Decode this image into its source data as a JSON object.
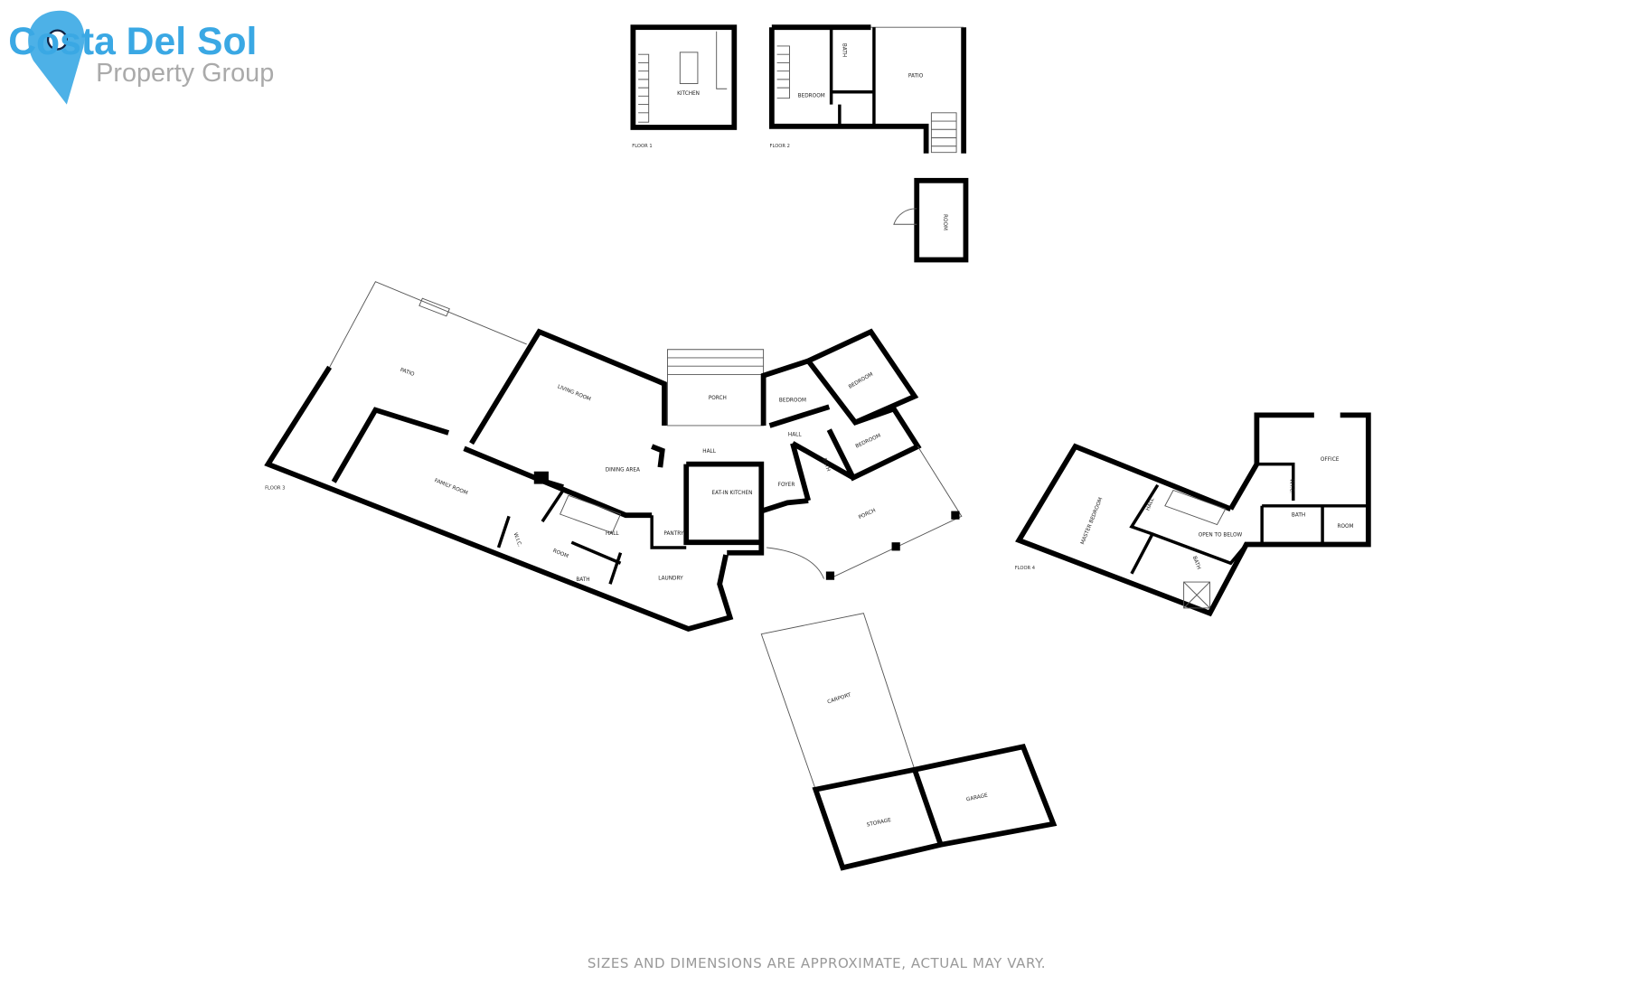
{
  "logo": {
    "brand": "Costa Del Sol",
    "subtitle": "Property Group",
    "color": "#3aa8e4"
  },
  "disclaimer": "SIZES AND DIMENSIONS ARE APPROXIMATE, ACTUAL MAY VARY.",
  "floor1": {
    "label": "FLOOR 1",
    "rooms": [
      "KITCHEN"
    ]
  },
  "floor2": {
    "label": "FLOOR 2",
    "rooms": [
      "BEDROOM",
      "BATH",
      "PATIO"
    ]
  },
  "outbuilding": {
    "rooms": [
      "ROOM"
    ]
  },
  "floor3": {
    "label": "FLOOR 3",
    "rooms": [
      "PATIO",
      "LIVING ROOM",
      "PORCH",
      "BEDROOM",
      "BEDROOM",
      "HALL",
      "HALL",
      "BEDROOM",
      "BATH",
      "DINING AREA",
      "EAT-IN KITCHEN",
      "FOYER",
      "FAMILY ROOM",
      "PORCH",
      "HALL",
      "PANTRY",
      "W.I.C.",
      "ROOM",
      "BATH",
      "LAUNDRY"
    ]
  },
  "garage_block": {
    "rooms": [
      "CARPORT",
      "STORAGE",
      "GARAGE"
    ]
  },
  "floor4": {
    "label": "FLOOR 4",
    "rooms": [
      "MASTER BEDROOM",
      "HALL",
      "OPEN TO BELOW",
      "BATH",
      "W.I.C.",
      "OFFICE",
      "BATH",
      "ROOM"
    ]
  }
}
